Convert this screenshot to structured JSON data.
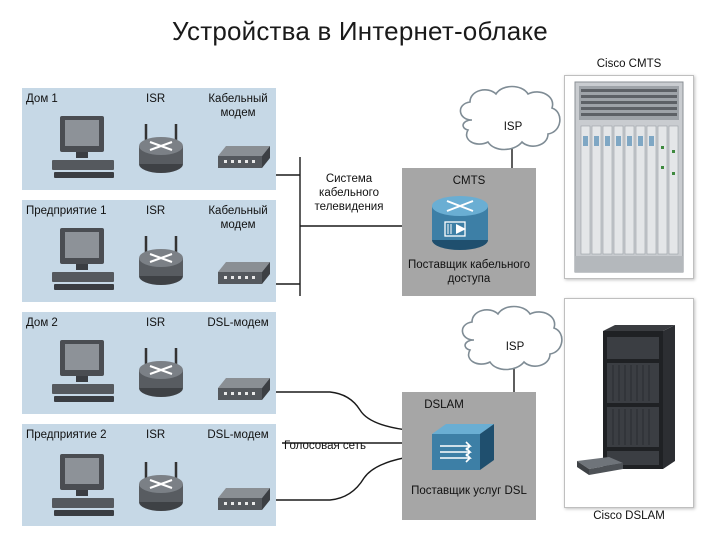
{
  "title": "Устройства в Интернет-облаке",
  "panels": [
    {
      "category": "Дом 1",
      "isr": "ISR",
      "modem": "Кабельный модем"
    },
    {
      "category": "Предприятие 1",
      "isr": "ISR",
      "modem": "Кабельный модем"
    },
    {
      "category": "Дом 2",
      "isr": "ISR",
      "modem": "DSL-модем"
    },
    {
      "category": "Предприятие 2",
      "isr": "ISR",
      "modem": "DSL-модем"
    }
  ],
  "cable": {
    "system_label": "Система кабельного телевидения",
    "isp": "ISP",
    "device": "CMTS",
    "provider": "Поставщик кабельного доступа"
  },
  "dsl": {
    "voice_label": "Голосовая сеть",
    "isp": "ISP",
    "device": "DSLAM",
    "provider": "Поставщик услуг DSL"
  },
  "photos": {
    "cmts_caption": "Cisco CMTS",
    "dslam_caption": "Cisco DSLAM"
  },
  "colors": {
    "panel_bg": "#c6d8e6",
    "provider_bg": "#a6a6a6",
    "device_blue": "#3d7fa6"
  }
}
